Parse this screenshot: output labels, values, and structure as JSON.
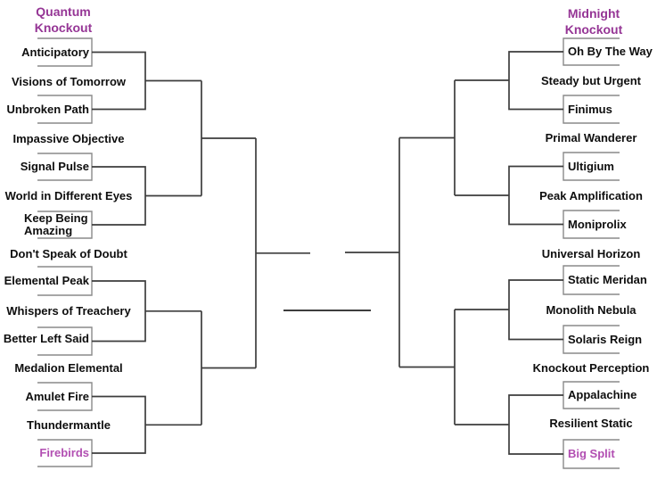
{
  "page": {
    "background": "#ffffff"
  },
  "colors": {
    "header_text": "#953595",
    "highlight_text": "#b24fb2",
    "team_text": "#0e0e0e",
    "entry_line": "#8a8a8a",
    "connector_line": "#3d3d3d"
  },
  "left_bracket": {
    "title": [
      "Quantum",
      "Knockout"
    ],
    "tier1": [
      "Anticipatory",
      "Unbroken Path",
      "Signal Pulse",
      "Keep Being Amazing",
      "Elemental Peak",
      "Better Left Said",
      "Amulet Fire",
      "Firebirds"
    ],
    "tier2": [
      "Visions of Tomorrow",
      "World in Different Eyes",
      "Whispers of Treachery",
      "Thundermantle"
    ],
    "tier3": [
      "Impassive Objective",
      "Medalion Elemental"
    ],
    "tier4": [
      "Don't Speak of Doubt"
    ],
    "highlighted": "Firebirds"
  },
  "right_bracket": {
    "title": [
      "Midnight",
      "Knockout"
    ],
    "tier1": [
      "Oh By The Way",
      "Finimus",
      "Ultigium",
      "Moniprolix",
      "Static Meridan",
      "Solaris Reign",
      "Appalachine",
      "Big Split"
    ],
    "tier2": [
      "Steady but Urgent",
      "Peak Amplification",
      "Monolith Nebula",
      "Resilient Static"
    ],
    "tier3": [
      "Primal Wanderer",
      "Knockout Perception"
    ],
    "tier4": [
      "Universal Horizon"
    ],
    "highlighted": "Big Split"
  }
}
